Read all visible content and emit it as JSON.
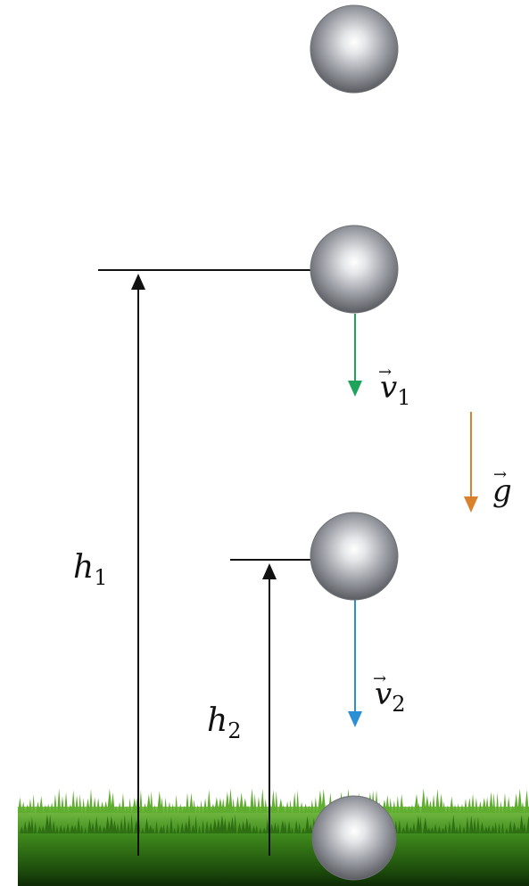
{
  "labels": {
    "h1": {
      "main": "h",
      "sub": "1"
    },
    "h2": {
      "main": "h",
      "sub": "2"
    },
    "v1": {
      "main": "v",
      "sub": "1",
      "arrow": "→"
    },
    "v2": {
      "main": "v",
      "sub": "2",
      "arrow": "→"
    },
    "g": {
      "main": "g",
      "arrow": "→"
    }
  },
  "colors": {
    "ball": "#9a9ca3",
    "grass": "#3f8a1c",
    "v1_arrow": "#1fa35a",
    "v2_arrow": "#2b8fd6",
    "g_arrow": "#d9822b",
    "lines": "#111111"
  },
  "balls": [
    {
      "name": "ball-top",
      "state": "falling"
    },
    {
      "name": "ball-position-1",
      "state": "height h1, velocity v1"
    },
    {
      "name": "ball-position-2",
      "state": "height h2, velocity v2"
    },
    {
      "name": "ball-ground",
      "state": "on ground"
    }
  ]
}
